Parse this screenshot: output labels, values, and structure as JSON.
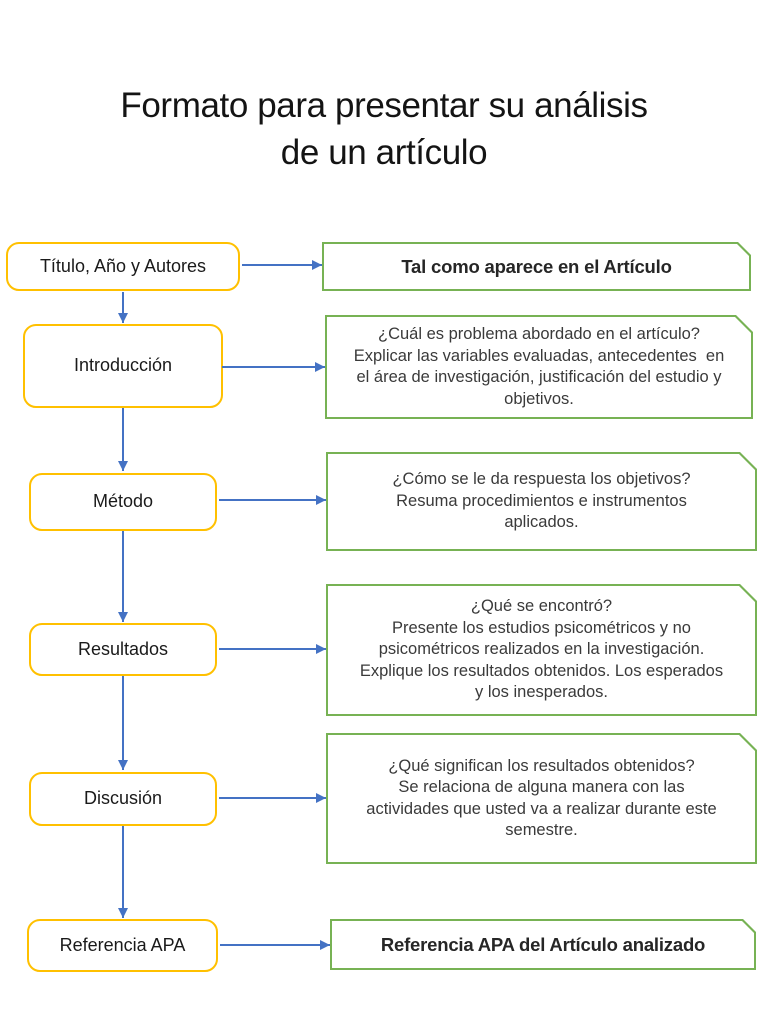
{
  "title": {
    "line1": "Formato para presentar su análisis",
    "line2": "de un artículo"
  },
  "palette": {
    "stage_border_yellow": "#FFC000",
    "note_border_green": "#77B254",
    "arrow_blue": "#4472C4",
    "text_dark": "#3A3A3A",
    "background": "#FFFFFF"
  },
  "flow": {
    "rows": [
      {
        "stage": "Título, Año y Autores",
        "note": "Tal como aparece en el Artículo"
      },
      {
        "stage": "Introducción",
        "note": "¿Cuál es problema abordado en el artículo?\nExplicar las variables evaluadas, antecedentes  en\nel área de investigación, justificación del estudio y\nobjetivos."
      },
      {
        "stage": "Método",
        "note": "¿Cómo se le da respuesta los objetivos?\nResuma procedimientos e instrumentos\naplicados."
      },
      {
        "stage": "Resultados",
        "note": "¿Qué se encontró?\nPresente los estudios psicométricos y no\npsicométricos realizados en la investigación.\nExplique los resultados obtenidos. Los esperados\ny los inesperados."
      },
      {
        "stage": "Discusión",
        "note": "¿Qué significan los resultados obtenidos?\nSe relaciona de alguna manera con las\nactividades que usted va a realizar durante este\nsemestre."
      },
      {
        "stage": "Referencia APA",
        "note": "Referencia APA del Artículo analizado"
      }
    ]
  }
}
